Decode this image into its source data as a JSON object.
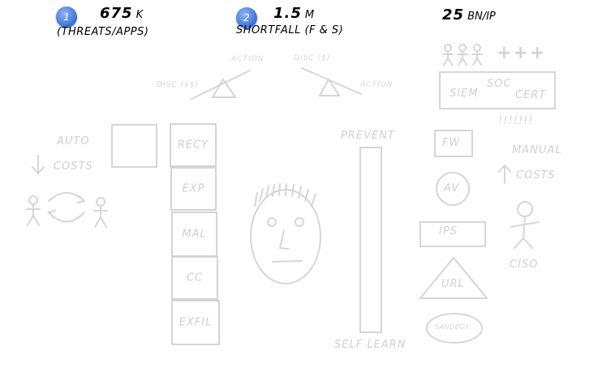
{
  "metrics": [
    {
      "badge": "1",
      "value": "675",
      "unit": "K",
      "sub": "(THREATS/APPS)"
    },
    {
      "badge": "2",
      "value": "1.5",
      "unit": "M",
      "sub": "SHORTFALL (F & S)"
    },
    {
      "value": "25",
      "unit": "BN/IP"
    }
  ],
  "scales": {
    "left_top": "ACTION",
    "left_side": "DISC ($$)",
    "right_top": "DISC ($)",
    "right_side": "ACTION"
  },
  "left": {
    "auto": "AUTO",
    "costs": "COSTS",
    "costs_arrow": "↓"
  },
  "killchain": [
    "RECY",
    "EXP",
    "MAL",
    "CC",
    "EXFIL"
  ],
  "center": {
    "prevent": "PREVENT",
    "self_learn": "SELF LEARN"
  },
  "right": {
    "team_plus": "+++",
    "soc_labels": [
      "SIEM",
      "SOC",
      "CERT"
    ],
    "alerts": "!!!!!!!",
    "tools": [
      "FW",
      "AV",
      "IPS",
      "URL",
      "SANDBOX"
    ],
    "manual": "MANUAL",
    "costs": "COSTS",
    "costs_arrow": "↑",
    "ciso": "CISO"
  }
}
